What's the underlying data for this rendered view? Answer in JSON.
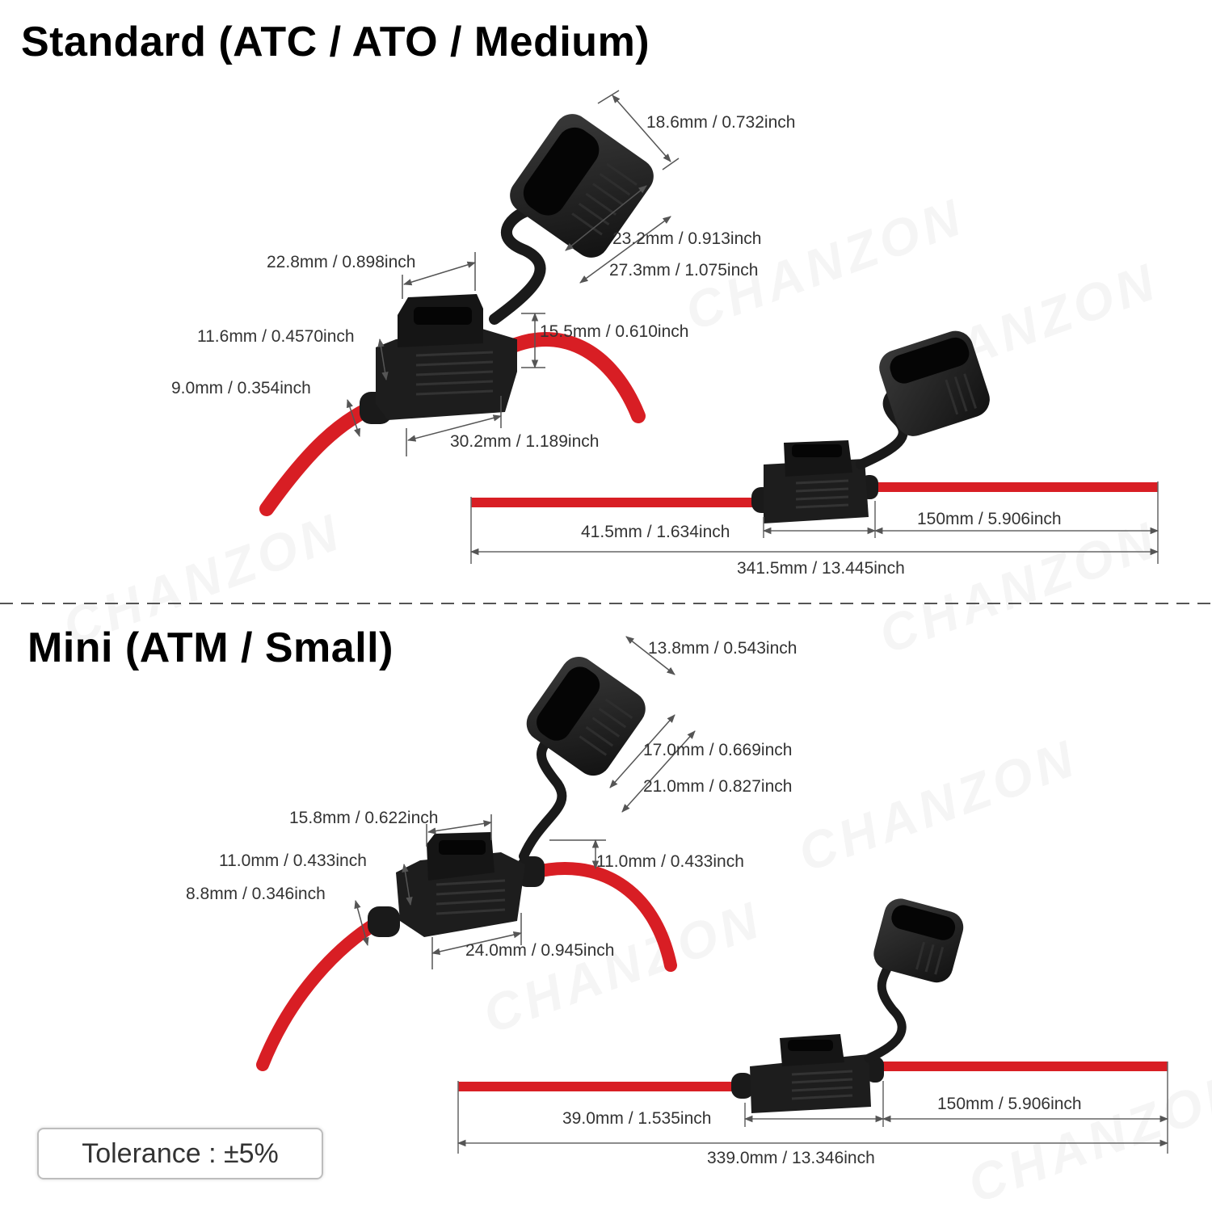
{
  "titles": {
    "standard": "Standard (ATC / ATO / Medium)",
    "mini": "Mini (ATM / Small)"
  },
  "watermark": "CHANZON",
  "standard": {
    "cap_width": "18.6mm / 0.732inch",
    "cap_inner": "23.2mm / 0.913inch",
    "cap_outer": "27.3mm / 1.075inch",
    "body_top_width": "22.8mm / 0.898inch",
    "body_left_height": "11.6mm / 0.4570inch",
    "body_right_height": "15.5mm / 0.610inch",
    "wire_diameter": "9.0mm / 0.354inch",
    "body_length": "30.2mm / 1.189inch",
    "left_lead": "41.5mm / 1.634inch",
    "right_lead": "150mm / 5.906inch",
    "total_length": "341.5mm / 13.445inch"
  },
  "mini": {
    "cap_width": "13.8mm / 0.543inch",
    "cap_inner": "17.0mm / 0.669inch",
    "cap_outer": "21.0mm / 0.827inch",
    "body_top_width": "15.8mm / 0.622inch",
    "body_left_height": "11.0mm / 0.433inch",
    "body_right_height": "11.0mm / 0.433inch",
    "wire_diameter": "8.8mm / 0.346inch",
    "body_length": "24.0mm / 0.945inch",
    "left_lead": "39.0mm / 1.535inch",
    "right_lead": "150mm / 5.906inch",
    "total_length": "339.0mm / 13.346inch"
  },
  "tolerance": "Tolerance : ±5%",
  "colors": {
    "wire": "#d81e24",
    "holder": "#1a1a1a",
    "dimension_line": "#666666"
  }
}
